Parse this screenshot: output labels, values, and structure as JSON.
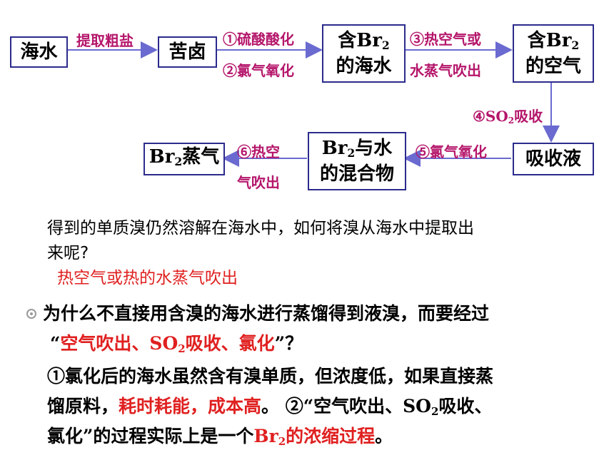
{
  "flow": {
    "nodes": {
      "seawater": "海水",
      "bittern": "苦卤",
      "br2_sea_a": "含Br",
      "br2_sea_sub": "2",
      "br2_sea_b": "的海水",
      "br2_air_a": "含Br",
      "br2_air_sub": "2",
      "br2_air_b": "的空气",
      "absorb": "吸收液",
      "mix_a": "Br",
      "mix_sub": "2",
      "mix_a2": "与水",
      "mix_b": "的混合物",
      "vapor_a": "Br",
      "vapor_sub": "2",
      "vapor_b": "蒸气"
    },
    "labels": {
      "extract_salt": "提取粗盐",
      "step1": "①硫酸酸化",
      "step2": "②氯气氧化",
      "step3a": "③热空气或",
      "step3b": "水蒸气吹出",
      "step4a": "④SO",
      "step4sub": "2",
      "step4b": "吸收",
      "step5": "⑤氯气氧化",
      "step6a": "⑥热空",
      "step6b": "气吹出"
    }
  },
  "question": {
    "line1": "得到的单质溴仍然溶解在海水中，如何将溴从海水中提取出",
    "line2": "来呢?",
    "answer": "热空气或热的水蒸气吹出"
  },
  "bullet": {
    "q_line1": "为什么不直接用含溴的海水进行蒸馏得到液溴，而要经过",
    "q_open": "“",
    "q_red_a": "空气吹出、SO",
    "q_red_sub": "2",
    "q_red_b": "吸收、氯化",
    "q_close": "”？",
    "a1_line1": "①氯化后的海水虽然含有溴单质，但浓度低，如果直接蒸",
    "a1_line2_a": "馏原料，",
    "a1_line2_red": "耗时耗能，成本高",
    "a1_line2_b": "。 ②“空气吹出、SO",
    "a1_line2_sub": "2",
    "a1_line2_c": "吸收、",
    "a1_line3_a": "氯化”的过程实际上是一个",
    "a1_line3_red_a": "Br",
    "a1_line3_red_sub": "2",
    "a1_line3_red_b": "的浓缩过程",
    "a1_line3_end": "。"
  },
  "colors": {
    "border": "#2b2b8c",
    "arrow": "#6a6ad0",
    "label": "#b5166b",
    "emphasis": "#e02020"
  }
}
